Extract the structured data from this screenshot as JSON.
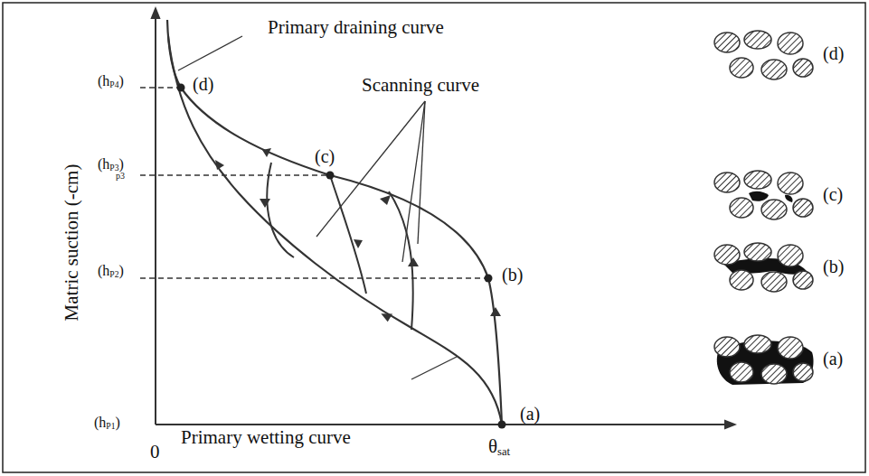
{
  "diagram": {
    "labels": [
      "Primary draining curve",
      "Scanning curve",
      "Matric suction (-cm)",
      "(hP4)",
      "(hP3)",
      "p3",
      "(hP2)",
      "(hP1)",
      "Primary wetting curve",
      "0",
      "θsat",
      "(d)",
      "(c)",
      "(b)",
      "(a)",
      "(d)",
      "(c)",
      "(b)",
      "(a)"
    ]
  }
}
